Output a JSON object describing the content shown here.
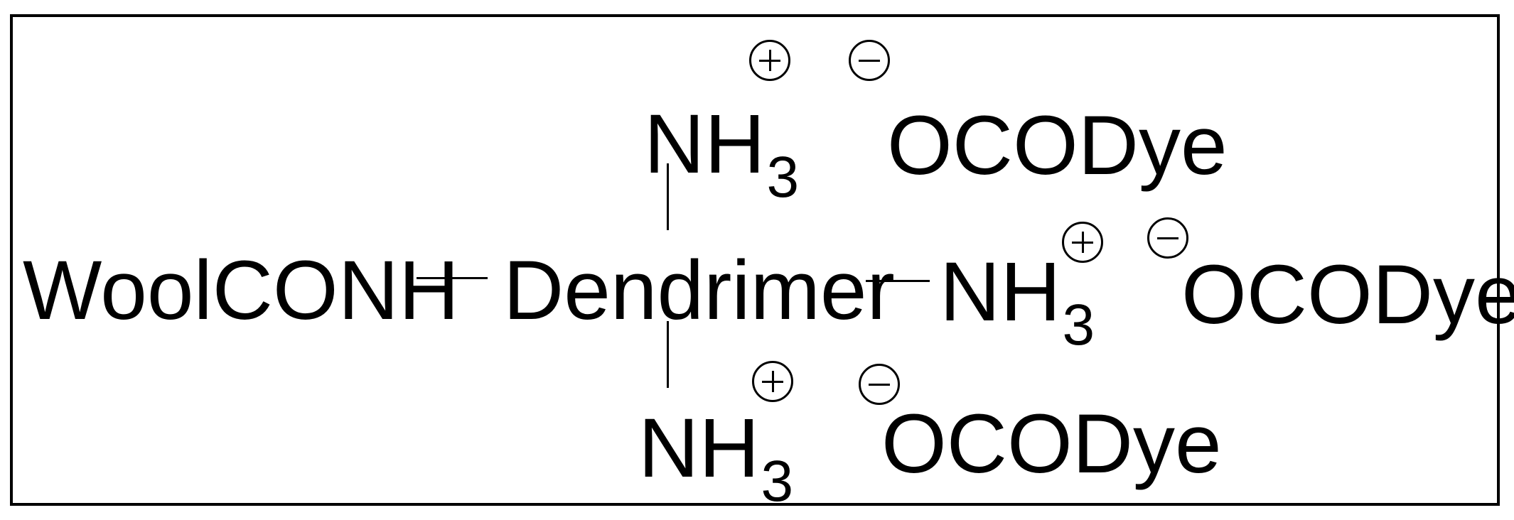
{
  "diagram": {
    "anchor": "WoolCONH",
    "core": "Dendrimer",
    "amine_group": "NH",
    "amine_subscript": "3",
    "counter_ion": "OCODye",
    "branches": [
      {
        "position": "top",
        "cation": "plus",
        "anion": "minus"
      },
      {
        "position": "right",
        "cation": "plus",
        "anion": "minus"
      },
      {
        "position": "bottom",
        "cation": "plus",
        "anion": "minus"
      }
    ]
  }
}
